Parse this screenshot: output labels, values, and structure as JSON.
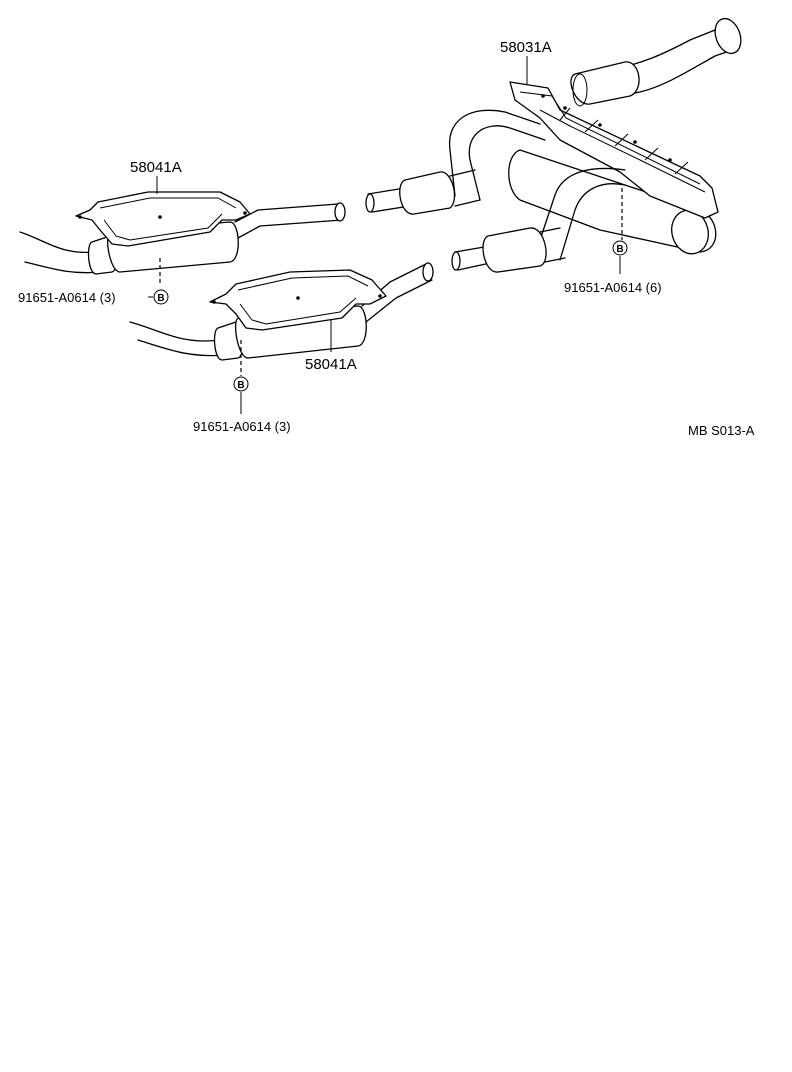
{
  "labels": {
    "part_58031a": "58031A",
    "part_58041a_upper": "58041A",
    "part_58041a_lower": "58041A",
    "bolt_left": "91651-A0614 (3)",
    "bolt_center": "91651-A0614 (3)",
    "bolt_right": "91651-A0614 (6)",
    "bolt_symbol": "B",
    "figure_code": "MB S013-A"
  }
}
